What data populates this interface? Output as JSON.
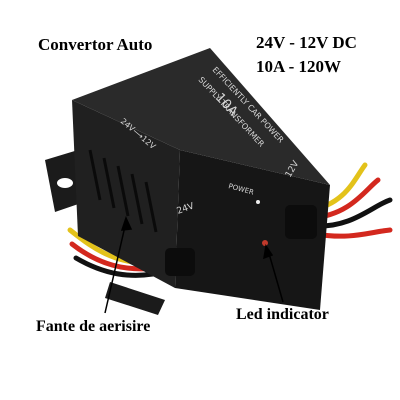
{
  "labels": {
    "title": "Convertor Auto",
    "voltage": "24V - 12V DC",
    "rating": "10A - 120W",
    "vents": "Fante de aerisire",
    "led": "Led indicator"
  },
  "device": {
    "top_line1": "EFFICIENTLY CAR POWER",
    "top_line2": "SUPPLY TRANSFORMER",
    "current": "10A",
    "conversion": "24V⟶12V",
    "side_left": "24V",
    "side_right": "12V",
    "power_label": "POWER"
  },
  "colors": {
    "body": "#2a2a2a",
    "wire_red": "#d3281e",
    "wire_yellow": "#e3c21a",
    "wire_black": "#111111",
    "led": "#c0392b"
  }
}
